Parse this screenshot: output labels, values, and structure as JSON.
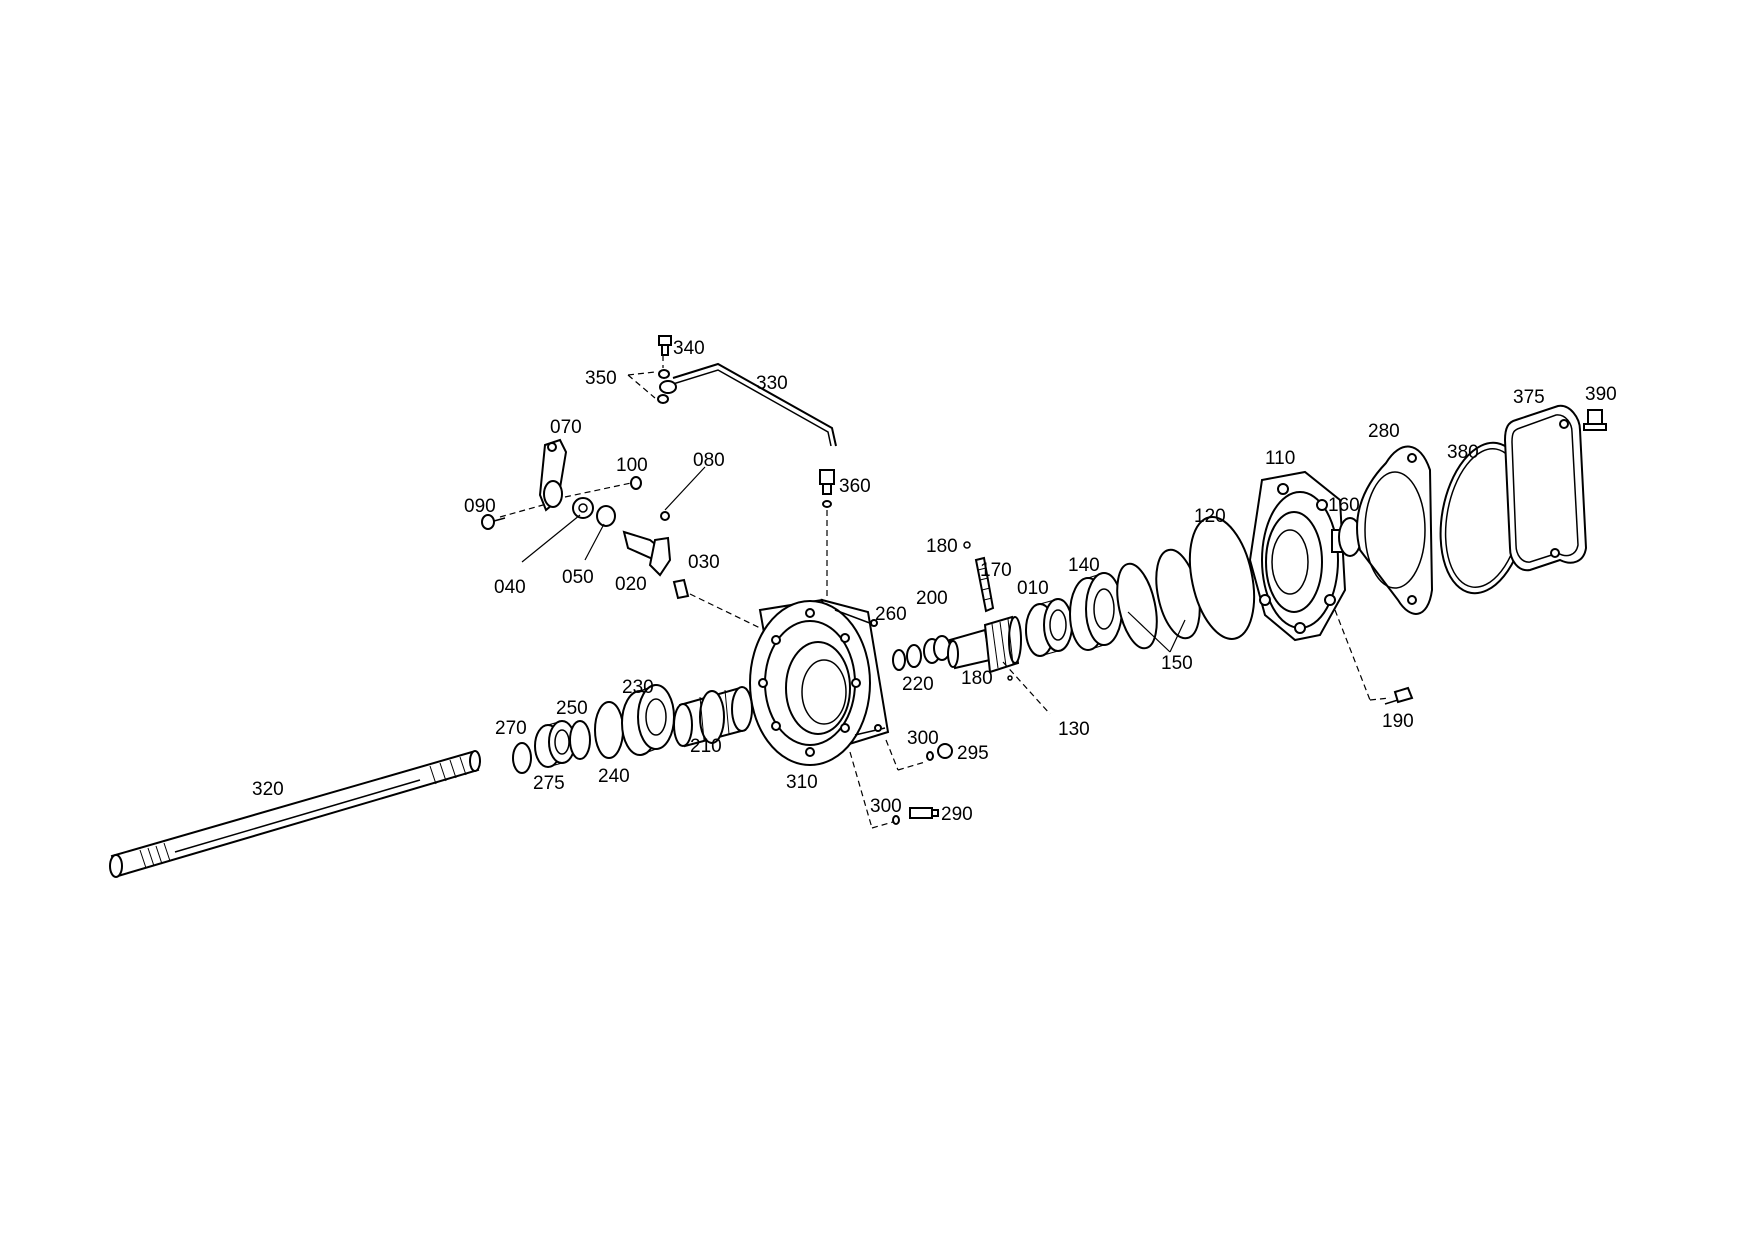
{
  "diagram": {
    "labels": {
      "p010": "010",
      "p020": "020",
      "p030": "030",
      "p040": "040",
      "p050": "050",
      "p070": "070",
      "p080": "080",
      "p090": "090",
      "p100": "100",
      "p110": "110",
      "p120": "120",
      "p130": "130",
      "p140": "140",
      "p150": "150",
      "p160": "160",
      "p170": "170",
      "p180a": "180",
      "p180b": "180",
      "p190": "190",
      "p200": "200",
      "p210": "210",
      "p220": "220",
      "p230": "230",
      "p240": "240",
      "p250": "250",
      "p260": "260",
      "p270": "270",
      "p275": "275",
      "p280": "280",
      "p290": "290",
      "p295": "295",
      "p300a": "300",
      "p300b": "300",
      "p310": "310",
      "p320": "320",
      "p330": "330",
      "p340": "340",
      "p350": "350",
      "p360": "360",
      "p375": "375",
      "p380": "380",
      "p390": "390"
    }
  }
}
